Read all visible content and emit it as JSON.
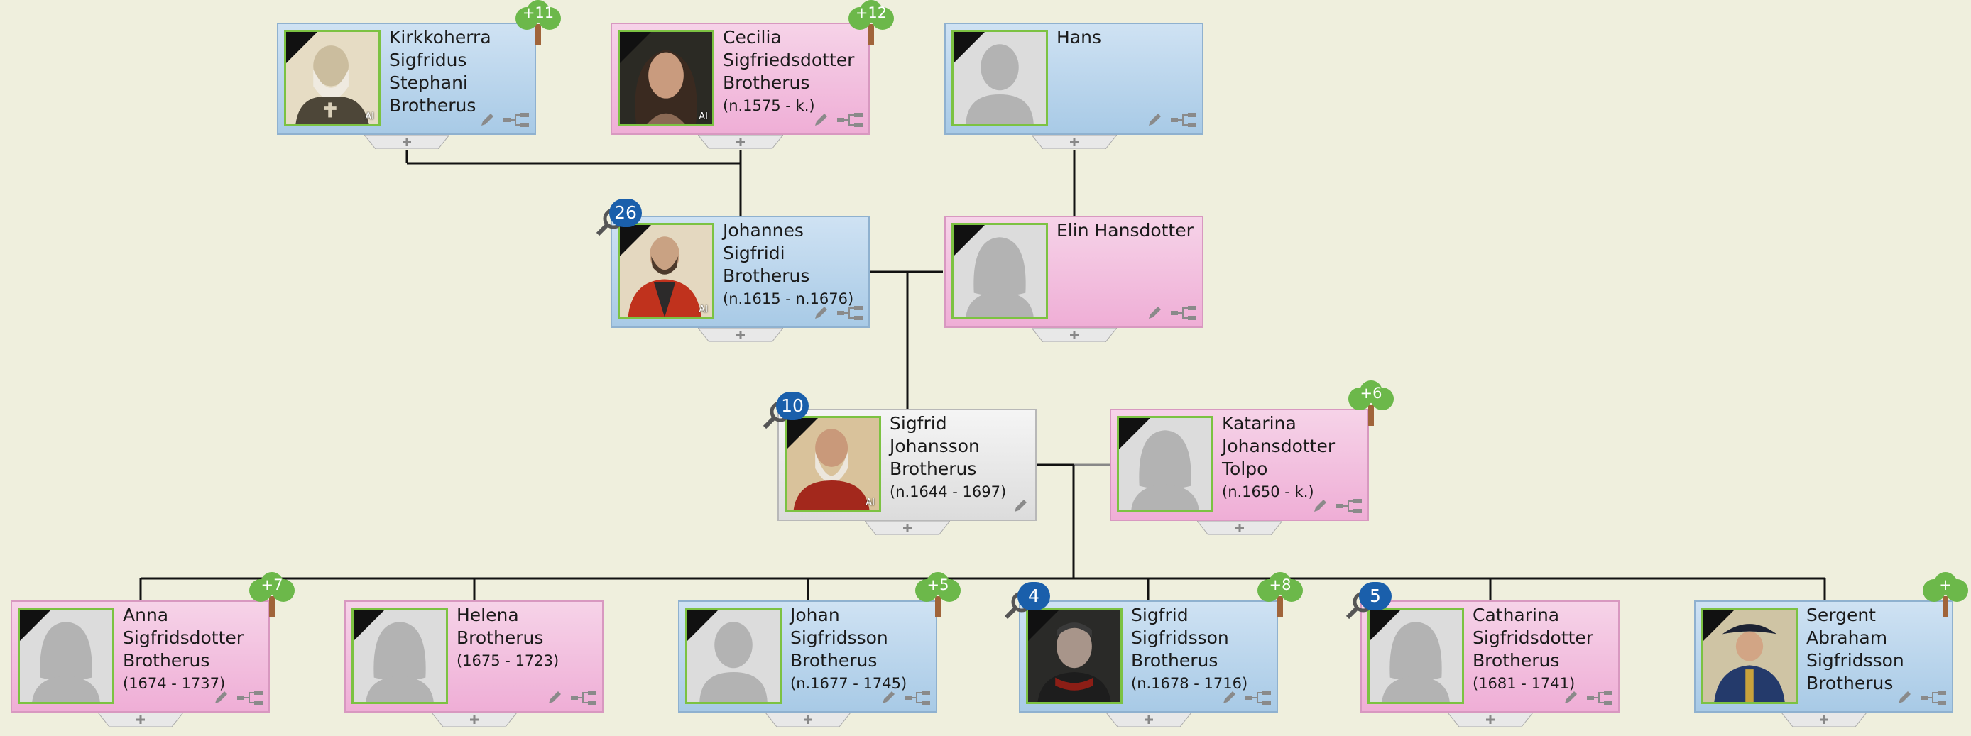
{
  "colors": {
    "background": "#efefdd",
    "male": "#a8cae6",
    "female": "#efaed6",
    "neutral": "#dcdcdc",
    "photo_border": "#7cc242",
    "badge": "#1a5fab",
    "tree_green": "#6cb84a"
  },
  "icons": {
    "edit": "pencil-icon",
    "tree": "family-tree-icon",
    "expand": "plus-icon",
    "search_badge": "magnifier-icon",
    "descendants": "tree-icon"
  },
  "people": {
    "sigfridus": {
      "name": "Kirkkoherra Sigfridus Stephani Brotherus",
      "dates": "",
      "ai_label": "AI",
      "tree_count": "+11"
    },
    "cecilia": {
      "name": "Cecilia Sigfriedsdotter Brotherus",
      "dates": "(n.1575 -  k.)",
      "ai_label": "AI",
      "tree_count": "+12"
    },
    "hans": {
      "name": "Hans",
      "dates": ""
    },
    "johannes": {
      "name": "Johannes Sigfridi Brotherus",
      "dates": "(n.1615 - n.1676)",
      "ai_label": "AI",
      "badge_count": "26"
    },
    "elin": {
      "name": "Elin Hansdotter",
      "dates": ""
    },
    "sigfrid_j": {
      "name": "Sigfrid Johansson Brotherus",
      "dates": "(n.1644 - 1697)",
      "ai_label": "AI",
      "badge_count": "10"
    },
    "katarina": {
      "name": "Katarina Johansdotter Tolpo",
      "dates": "(n.1650 -  k.)",
      "tree_count": "+6"
    },
    "anna": {
      "name": "Anna Sigfridsdotter Brotherus",
      "dates": "(1674 - 1737)",
      "tree_count": "+7"
    },
    "helena": {
      "name": "Helena Brotherus",
      "dates": "(1675 - 1723)"
    },
    "johan": {
      "name": "Johan Sigfridsson Brotherus",
      "dates": "(n.1677 - 1745)",
      "tree_count": "+5"
    },
    "sigfrid_s": {
      "name": "Sigfrid Sigfridsson Brotherus",
      "dates": "(n.1678 - 1716)",
      "badge_count": "4",
      "tree_count": "+8"
    },
    "catharina": {
      "name": "Catharina Sigfridsdotter Brotherus",
      "dates": "(1681 - 1741)",
      "badge_count": "5"
    },
    "sergent": {
      "name": "Sergent Abraham Sigfridsson Brotherus",
      "dates": "",
      "tree_count": "+"
    }
  }
}
